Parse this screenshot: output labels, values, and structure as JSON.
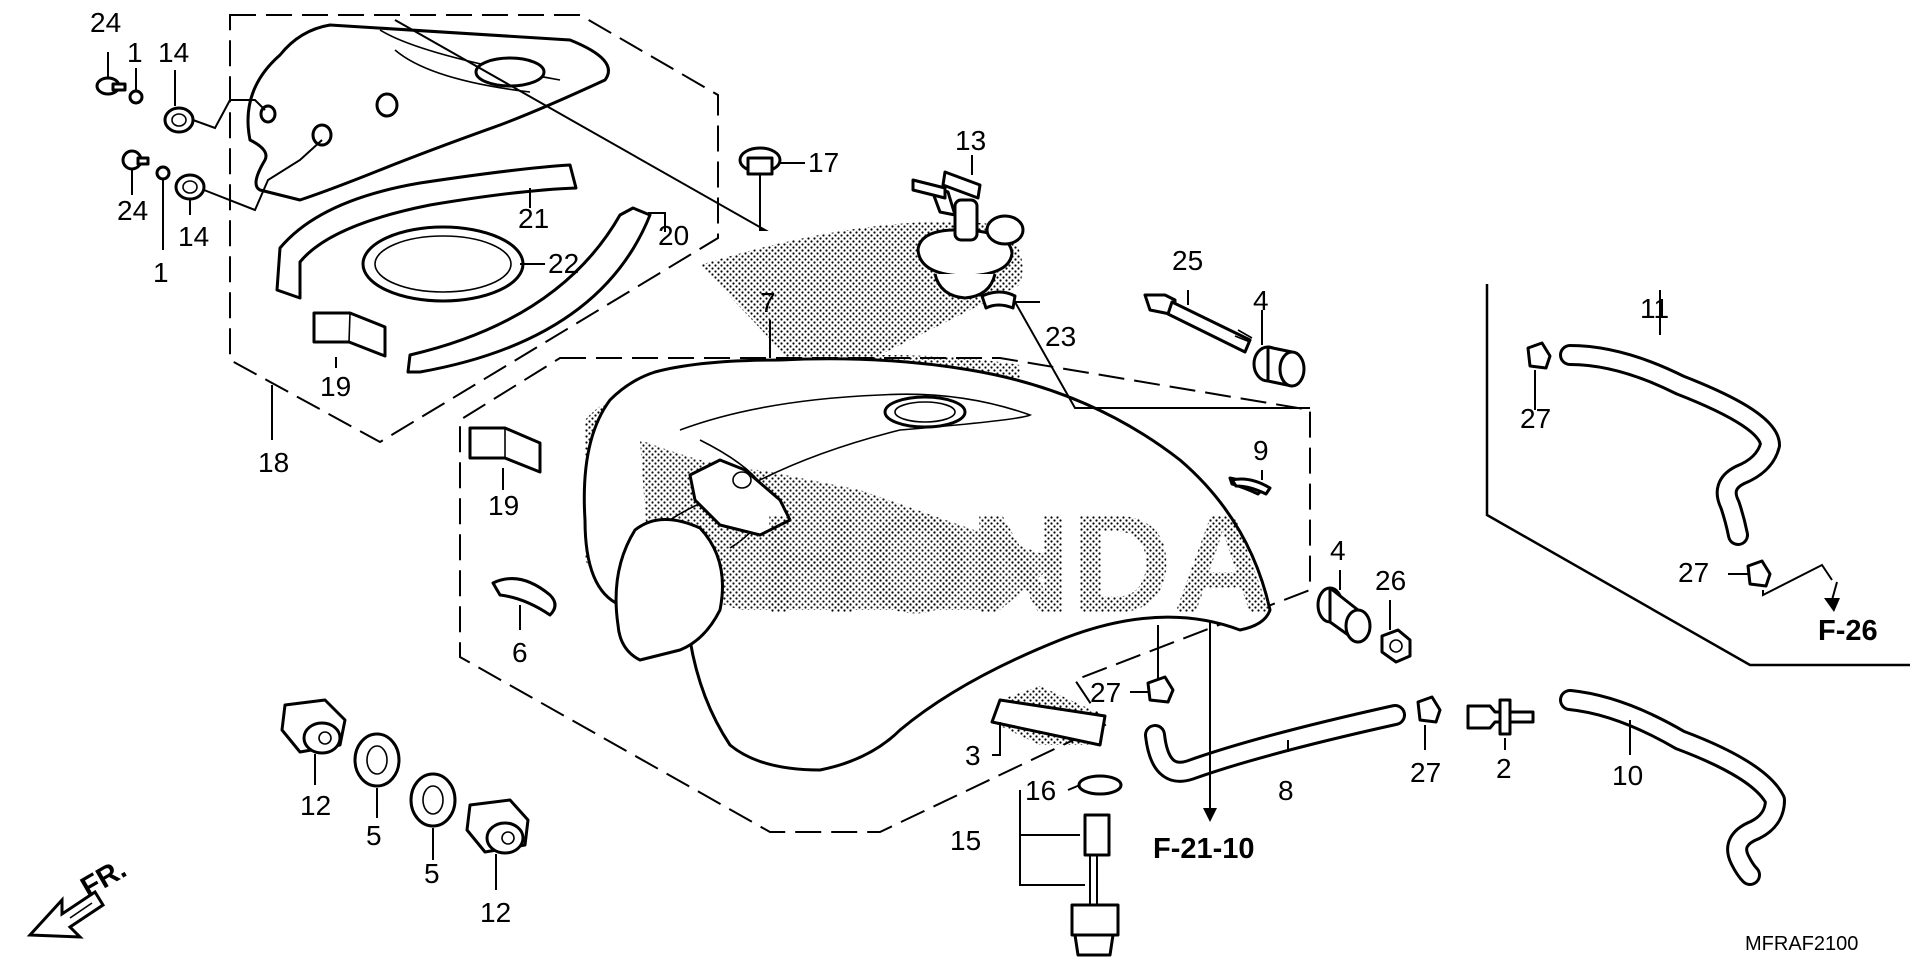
{
  "logo_text": "HONDA",
  "callouts": [
    {
      "id": "c24a",
      "label": "24"
    },
    {
      "id": "c1a",
      "label": "1"
    },
    {
      "id": "c14a",
      "label": "14"
    },
    {
      "id": "c24b",
      "label": "24"
    },
    {
      "id": "c1b",
      "label": "1"
    },
    {
      "id": "c14b",
      "label": "14"
    },
    {
      "id": "c21",
      "label": "21"
    },
    {
      "id": "c22",
      "label": "22"
    },
    {
      "id": "c20",
      "label": "20"
    },
    {
      "id": "c19a",
      "label": "19"
    },
    {
      "id": "c18",
      "label": "18"
    },
    {
      "id": "c17",
      "label": "17"
    },
    {
      "id": "c13",
      "label": "13"
    },
    {
      "id": "c7",
      "label": "7"
    },
    {
      "id": "c23",
      "label": "23"
    },
    {
      "id": "c25",
      "label": "25"
    },
    {
      "id": "c4a",
      "label": "4"
    },
    {
      "id": "c9",
      "label": "9"
    },
    {
      "id": "c19b",
      "label": "19"
    },
    {
      "id": "c6",
      "label": "6"
    },
    {
      "id": "c4b",
      "label": "4"
    },
    {
      "id": "c26",
      "label": "26"
    },
    {
      "id": "c11",
      "label": "11"
    },
    {
      "id": "c27a",
      "label": "27"
    },
    {
      "id": "c27b",
      "label": "27"
    },
    {
      "id": "c27c",
      "label": "27"
    },
    {
      "id": "c27d",
      "label": "27"
    },
    {
      "id": "c12a",
      "label": "12"
    },
    {
      "id": "c5a",
      "label": "5"
    },
    {
      "id": "c5b",
      "label": "5"
    },
    {
      "id": "c12b",
      "label": "12"
    },
    {
      "id": "c3",
      "label": "3"
    },
    {
      "id": "c16",
      "label": "16"
    },
    {
      "id": "c15",
      "label": "15"
    },
    {
      "id": "c8",
      "label": "8"
    },
    {
      "id": "c2",
      "label": "2"
    },
    {
      "id": "c10",
      "label": "10"
    }
  ],
  "references": {
    "f26": "F-26",
    "f2110": "F-21-10"
  },
  "direction_label": "FR.",
  "diagram_code": "MFRAF2100"
}
